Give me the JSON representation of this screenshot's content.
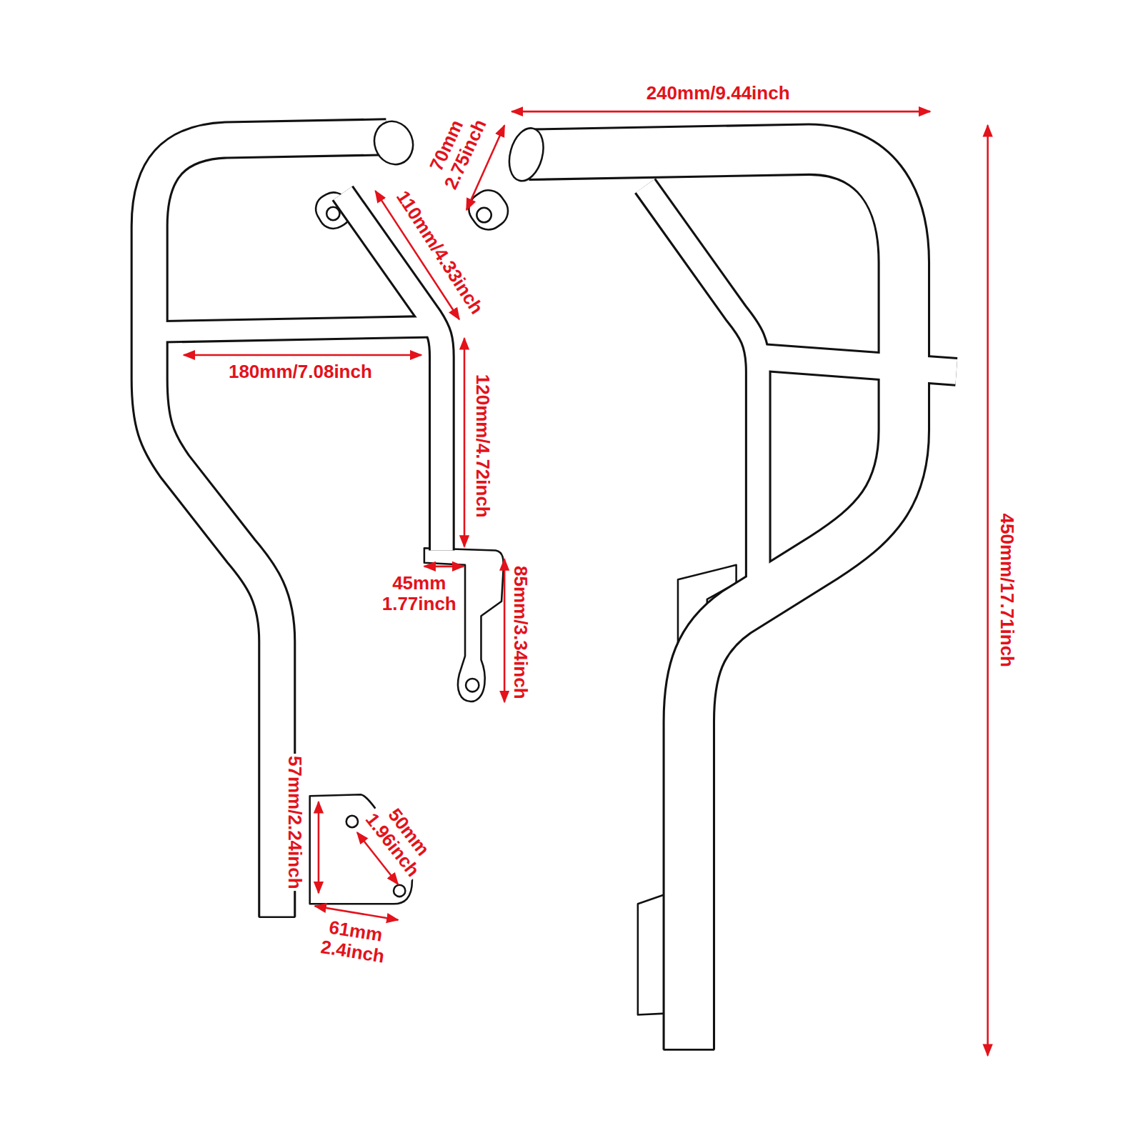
{
  "diagram": {
    "labels": [
      "240mm/9.44inch",
      "70mm 2.75inch",
      "110mm/4.33inch",
      "180mm/7.08inch",
      "120mm/4.72inch",
      "45mm 1.77inch",
      "85mm/3.34inch",
      "450mm/17.71inch",
      "57mm/2.24inch",
      "50mm 1.96inch",
      "61mm 2.4inch"
    ]
  }
}
